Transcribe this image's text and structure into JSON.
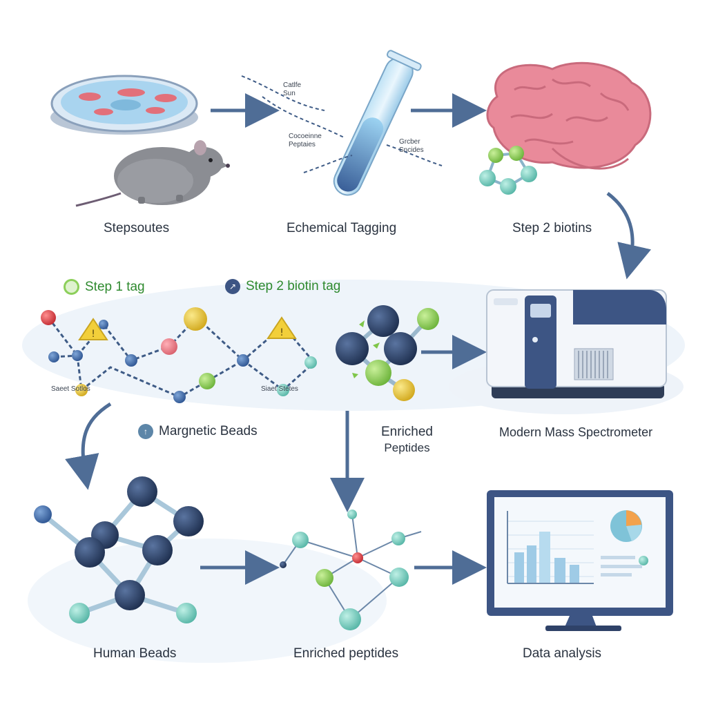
{
  "labels": {
    "step_sources": "Stepsoutes",
    "chemical_tagging": "Echemical Tagging",
    "step2_biotin": "Step 2 biotins",
    "magnetic_beads": "Margnetic Beads",
    "enriched_peptides_mid": [
      "Enriched",
      "Peptides"
    ],
    "mass_spec": "Modern Mass Spectrometer",
    "human_beads": "Human Beads",
    "enriched_peptides_bottom": "Enriched peptides",
    "data_analysis": "Data analysis"
  },
  "tags": {
    "step1": "Step 1 tag",
    "step2": "Step 2 biotin tag"
  },
  "tube_notes": {
    "top": [
      "Catlfe",
      "Sun"
    ],
    "left": [
      "Cocoeinne",
      "Peptaies"
    ],
    "right": [
      "Grcber",
      "Sncides"
    ]
  },
  "chain_notes": {
    "left": "Saeet Sotlos",
    "right": "Siaet Stetes"
  },
  "colors": {
    "arrow": "#4f6d96",
    "navy": "#2d4266",
    "teal": "#7fd0c4",
    "green": "#8ccf5a",
    "yellow": "#e9c93a",
    "red": "#e0474c",
    "brain": "#e98a9a",
    "tag_green": "#2f8a2f"
  },
  "icons": [
    "petri-dish-icon",
    "rat-icon",
    "test-tube-icon",
    "brain-icon",
    "mass-spectrometer-icon",
    "monitor-icon",
    "warning-icon"
  ]
}
